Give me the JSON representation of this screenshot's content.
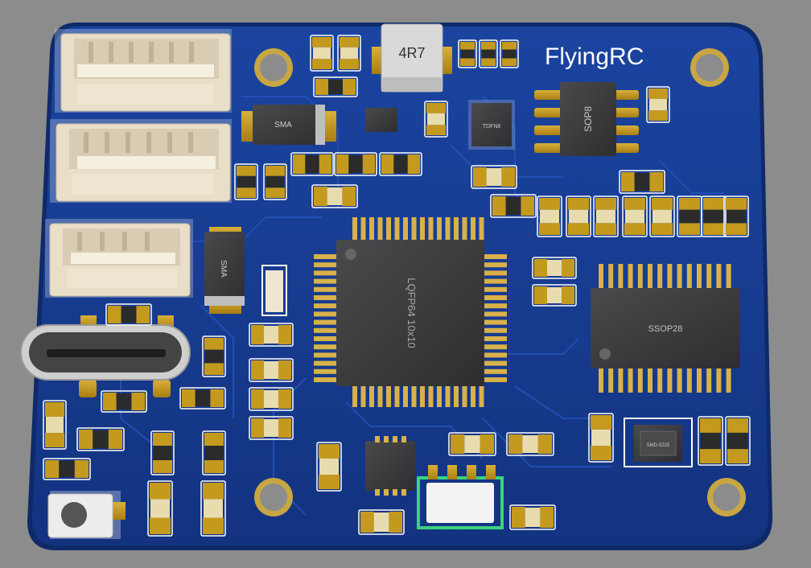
{
  "board": {
    "brand_label": "FlyingRC",
    "inductor_label": "4R7",
    "mcu_label": "LQFP64 10x10",
    "ssop_label": "SSOP28",
    "sop8_label": "SOP8",
    "tdfn_label": "TDFN8",
    "diode_top_label": "SMA",
    "diode_left_label": "SMA",
    "small_ic_label": "SMD-5225"
  },
  "colors": {
    "pcb": "#163a8c",
    "pcb_edge": "#1d45a3",
    "trace": "#2350b4",
    "pad_gold": "#c49a1e",
    "pad_white": "#f2f2f2",
    "ic_body": "#3a3a3c",
    "connector": "#e9dfc9",
    "inductor": "#d7d7d7",
    "background": "#8c8c8c"
  }
}
